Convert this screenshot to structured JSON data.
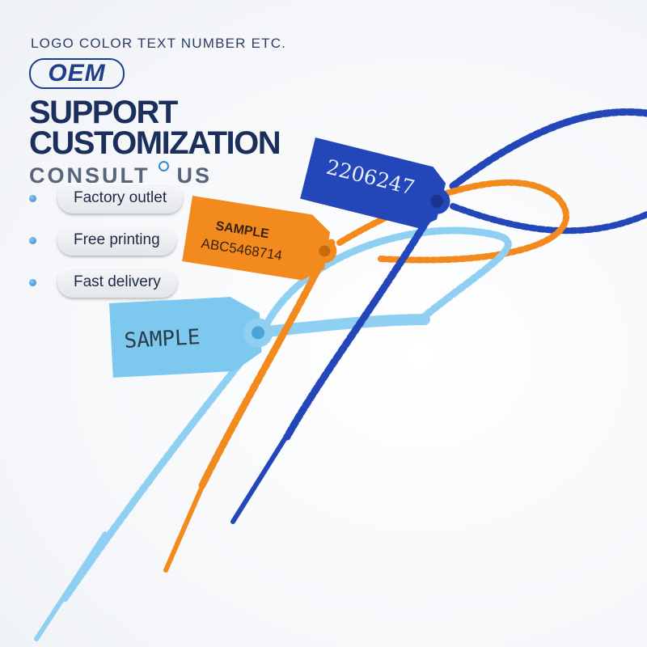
{
  "header": {
    "tagline": "LOGO COLOR TEXT NUMBER ETC.",
    "badge": "OEM",
    "headline_line1": "SUPPORT",
    "headline_line2": "CUSTOMIZATION",
    "consult_left": "CONSULT",
    "consult_right": "US"
  },
  "features": [
    {
      "label": "Factory outlet"
    },
    {
      "label": "Free printing"
    },
    {
      "label": "Fast delivery"
    }
  ],
  "tags": {
    "blue_tag_number": "2206247",
    "orange_tag_line1": "SAMPLE",
    "orange_tag_line2": "ABC5468714",
    "light_blue_tag_text": "SAMPLE"
  },
  "colors": {
    "navy_text": "#1b2f5c",
    "oem_blue": "#1f3f8a",
    "dark_blue_seal": "#2347b8",
    "orange_seal": "#f38a1e",
    "light_blue_seal": "#7cc8ef"
  }
}
